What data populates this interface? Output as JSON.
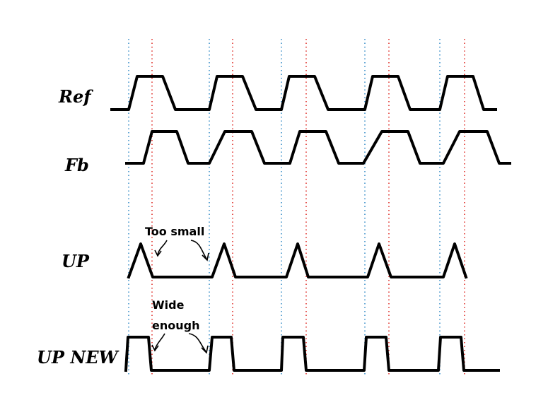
{
  "signals": {
    "ref": "Ref",
    "fb": "Fb",
    "up": "UP",
    "up_new": "UP NEW"
  },
  "annotations": {
    "too_small": "Too small",
    "wide_enough_line1": "Wide",
    "wide_enough_line2": "enough"
  },
  "colors": {
    "ref_edge_guides": "#3a8fc9",
    "fb_edge_guides": "#e0302a",
    "waveforms": "#000000"
  }
}
